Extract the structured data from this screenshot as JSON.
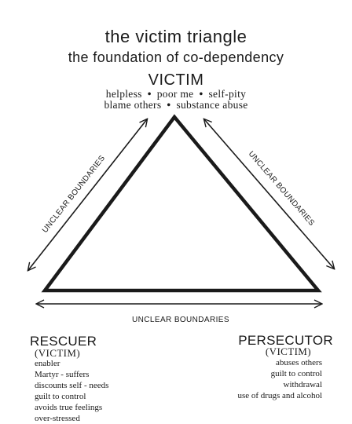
{
  "title": "the victim triangle",
  "subtitle": "the foundation of co-dependency",
  "victim": {
    "title": "VICTIM",
    "line1": [
      "helpless",
      "poor me",
      "self-pity"
    ],
    "line2": [
      "blame others",
      "substance abuse"
    ]
  },
  "edges": {
    "left": "UNCLEAR BOUNDARIES",
    "right": "UNCLEAR BOUNDARIES",
    "bottom": "UNCLEAR BOUNDARIES"
  },
  "rescuer": {
    "title": "RESCUER",
    "sub": "(VICTIM)",
    "items": [
      "enabler",
      "Martyr - suffers",
      "discounts self - needs",
      "guilt to control",
      "avoids true feelings",
      "over-stressed"
    ]
  },
  "persecutor": {
    "title": "PERSECUTOR",
    "sub": "(VICTIM)",
    "items": [
      "abuses others",
      "guilt to control",
      "withdrawal",
      "use of drugs and alcohol"
    ]
  }
}
